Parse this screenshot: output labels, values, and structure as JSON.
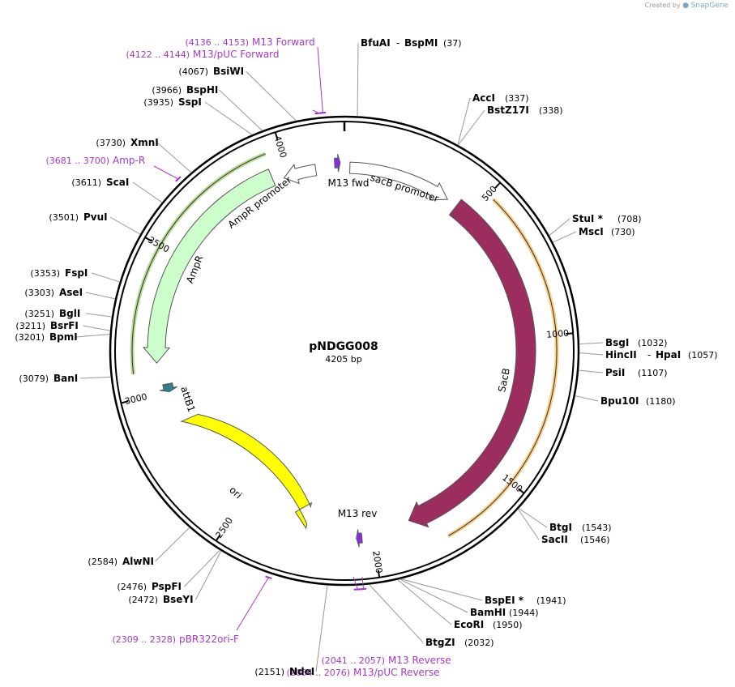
{
  "credit": {
    "prefix": "Created by",
    "brand": "SnapGene"
  },
  "plasmid": {
    "name": "pNDGG008",
    "length_label": "4205 bp",
    "length": 4205
  },
  "ticks": [
    {
      "label": "500",
      "pos": 500
    },
    {
      "label": "1000",
      "pos": 1000
    },
    {
      "label": "1500",
      "pos": 1500
    },
    {
      "label": "2000",
      "pos": 2000
    },
    {
      "label": "2500",
      "pos": 2500
    },
    {
      "label": "3000",
      "pos": 3000
    },
    {
      "label": "3500",
      "pos": 3500
    },
    {
      "label": "4000",
      "pos": 4000
    }
  ],
  "features": [
    {
      "name": "sacB promoter",
      "color": "#ffffff",
      "dir": 1,
      "start": 20,
      "end": 400
    },
    {
      "name": "SacB",
      "color": "#9b2d5f",
      "dir": 1,
      "start": 440,
      "end": 1860
    },
    {
      "name": "M13 fwd",
      "color": "#8a2be2",
      "dir": 1,
      "start": 4170,
      "end": 4190
    },
    {
      "name": "M13 rev",
      "color": "#8a2be2",
      "dir": 1,
      "start": 2040,
      "end": 2060
    },
    {
      "name": "ori",
      "color": "#ffff00",
      "dir": 1,
      "start": 2880,
      "end": 2300
    },
    {
      "name": "attB1",
      "color": "#2f7f8f",
      "dir": -1,
      "start": 3030,
      "end": 3000
    },
    {
      "name": "AmpR",
      "color": "#ccffcc",
      "dir": -1,
      "start": 3940,
      "end": 3110
    },
    {
      "name": "AmpR promoter",
      "color": "#ffffff",
      "dir": -1,
      "start": 4100,
      "end": 3980
    }
  ],
  "orf_bands": [
    {
      "color": "#f5a623",
      "start": 520,
      "end": 1760
    },
    {
      "color": "#7fbf3f",
      "start": 3950,
      "end": 3080
    }
  ],
  "sites": [
    {
      "name": "BfuAI",
      "name2": "BspMI",
      "pos_label": "(37)",
      "pos": 37
    },
    {
      "name": "AccI",
      "pos_label": "(337)",
      "pos": 337
    },
    {
      "name": "BstZ17I",
      "pos_label": "(338)",
      "pos": 338
    },
    {
      "name": "StuI *",
      "pos_label": "(708)",
      "pos": 708
    },
    {
      "name": "MscI",
      "pos_label": "(730)",
      "pos": 730
    },
    {
      "name": "BsgI",
      "pos_label": "(1032)",
      "pos": 1032
    },
    {
      "name": "HincII",
      "name2": "HpaI",
      "pos_label": "(1057)",
      "pos": 1057
    },
    {
      "name": "PsiI",
      "pos_label": "(1107)",
      "pos": 1107
    },
    {
      "name": "Bpu10I",
      "pos_label": "(1180)",
      "pos": 1180
    },
    {
      "name": "BtgI",
      "pos_label": "(1543)",
      "pos": 1543
    },
    {
      "name": "SacII",
      "pos_label": "(1546)",
      "pos": 1546
    },
    {
      "name": "BspEI *",
      "pos_label": "(1941)",
      "pos": 1941
    },
    {
      "name": "BamHI",
      "pos_label": "(1944)",
      "pos": 1944
    },
    {
      "name": "EcoRI",
      "pos_label": "(1950)",
      "pos": 1950
    },
    {
      "name": "BtgZI",
      "pos_label": "(2032)",
      "pos": 2032
    },
    {
      "name": "NdeI",
      "pos_label": "(2151)",
      "pos": 2151
    },
    {
      "name": "PspFI",
      "pos_label": "(2476)",
      "pos": 2476
    },
    {
      "name": "BseYI",
      "pos_label": "(2472)",
      "pos": 2472
    },
    {
      "name": "AlwNI",
      "pos_label": "(2584)",
      "pos": 2584
    },
    {
      "name": "BanI",
      "pos_label": "(3079)",
      "pos": 3079
    },
    {
      "name": "BpmI",
      "pos_label": "(3201)",
      "pos": 3201
    },
    {
      "name": "BsrFI",
      "pos_label": "(3211)",
      "pos": 3211
    },
    {
      "name": "BglI",
      "pos_label": "(3251)",
      "pos": 3251
    },
    {
      "name": "AseI",
      "pos_label": "(3303)",
      "pos": 3303
    },
    {
      "name": "FspI",
      "pos_label": "(3353)",
      "pos": 3353
    },
    {
      "name": "PvuI",
      "pos_label": "(3501)",
      "pos": 3501
    },
    {
      "name": "ScaI",
      "pos_label": "(3611)",
      "pos": 3611
    },
    {
      "name": "XmnI",
      "pos_label": "(3730)",
      "pos": 3730
    },
    {
      "name": "SspI",
      "pos_label": "(3935)",
      "pos": 3935
    },
    {
      "name": "BspHI",
      "pos_label": "(3966)",
      "pos": 3966
    },
    {
      "name": "BsiWI",
      "pos_label": "(4067)",
      "pos": 4067
    }
  ],
  "primers": [
    {
      "name": "M13 Forward",
      "range_label": "(4136 .. 4153)",
      "start": 4136,
      "end": 4153
    },
    {
      "name": "M13/pUC Forward",
      "range_label": "(4122 .. 4144)",
      "start": 4122,
      "end": 4144
    },
    {
      "name": "Amp-R",
      "range_label": "(3681 .. 3700)",
      "start": 3681,
      "end": 3700
    },
    {
      "name": "pBR322ori-F",
      "range_label": "(2309 .. 2328)",
      "start": 2309,
      "end": 2328
    },
    {
      "name": "M13 Reverse",
      "range_label": "(2041 .. 2057)",
      "start": 2041,
      "end": 2057
    },
    {
      "name": "M13/pUC Reverse",
      "range_label": "(2054 .. 2076)",
      "start": 2054,
      "end": 2076
    }
  ],
  "colors": {
    "primer": "#a437c9",
    "site_line": "#999999",
    "backbone": "#000000"
  }
}
